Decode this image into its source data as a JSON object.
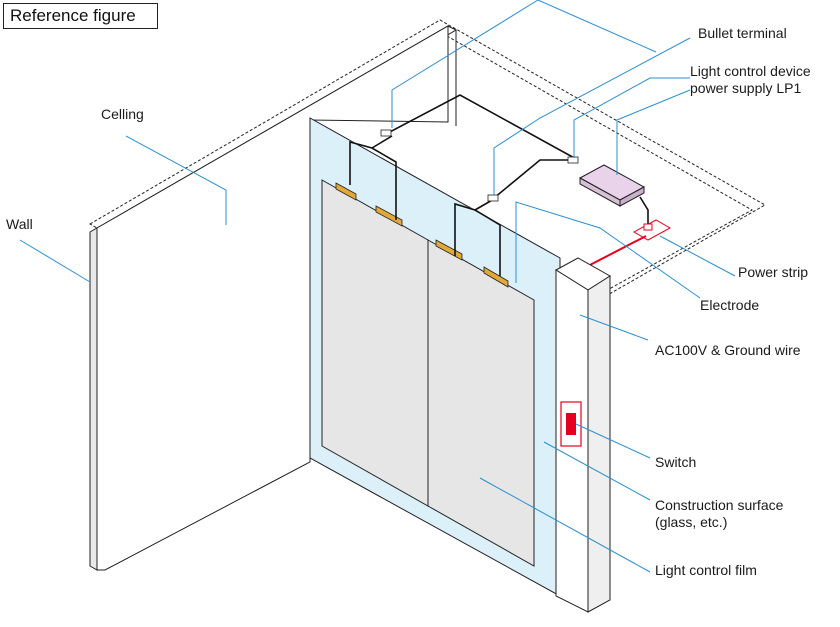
{
  "figure": {
    "title": "Reference figure"
  },
  "labels": {
    "bullet_terminal": "Bullet terminal",
    "lcd_power_line1": "Light control device",
    "lcd_power_line2": "power supply LP1",
    "ceiling": "Celling",
    "wall": "Wall",
    "power_strip": "Power strip",
    "electrode": "Electrode",
    "ac_wire": "AC100V & Ground wire",
    "switch": "Switch",
    "construction_line1": "Construction surface",
    "construction_line2": "(glass, etc.)",
    "film": "Light control film"
  },
  "colors": {
    "leader": "#2b8fd0",
    "power_wire": "#e6001f",
    "film": "#e6e6e6",
    "glass": "#dcf0fa",
    "electrode": "#e2a93a",
    "power_supply": "#e9d3ea"
  }
}
